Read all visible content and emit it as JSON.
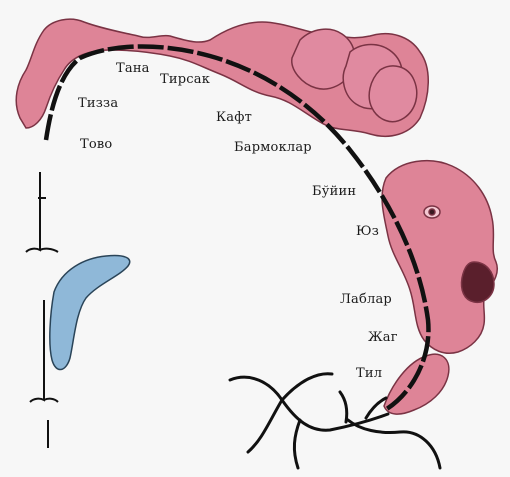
{
  "labels": {
    "tana": "Тана",
    "tirsak": "Тирсак",
    "tizza": "Тизза",
    "kaft": "Кафт",
    "tovo": "Тово",
    "barmoqlar": "Бармоклар",
    "buyin": "Бўйин",
    "yuz": "Юз",
    "lablar": "Лаблар",
    "jag": "Жаг",
    "til": "Тил"
  },
  "icons": {
    "body_color": "#d9788e",
    "body_outline": "#8a3a4c",
    "cortex_line": "#111111",
    "blue_shape": "#8fb8d8"
  }
}
